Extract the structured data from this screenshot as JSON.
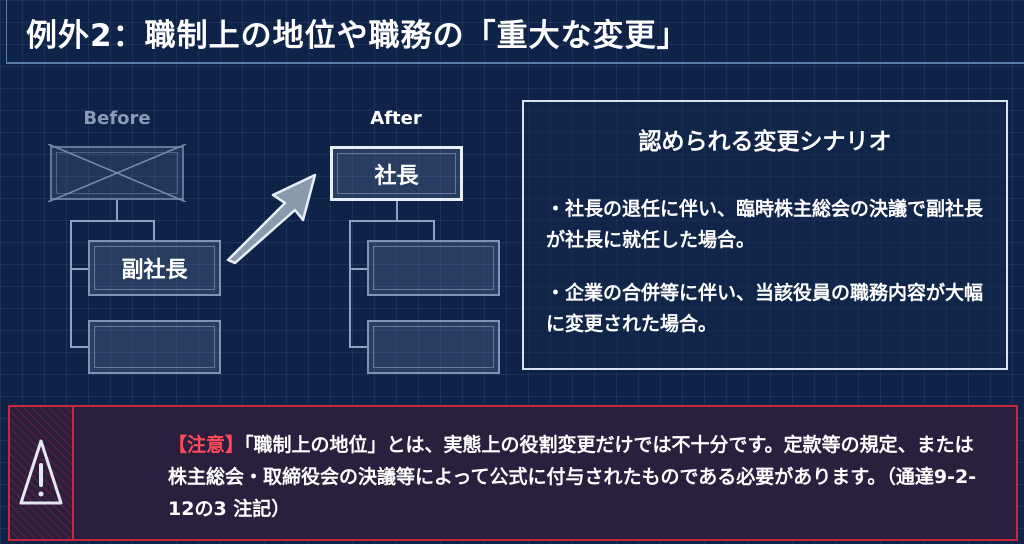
{
  "title": "例外2：職制上の地位や職務の「重大な変更」",
  "diagram": {
    "before_label": "Before",
    "after_label": "After",
    "before_mid": "副社長",
    "after_top": "社長"
  },
  "scenarios": {
    "title": "認められる変更シナリオ",
    "items": [
      "・社長の退任に伴い、臨時株主総会の決議で副社長が社長に就任した場合。",
      "・企業の合併等に伴い、当該役員の職務内容が大幅に変更された場合。"
    ]
  },
  "warning": {
    "icon": "warning-triangle-icon",
    "label": "【注意】",
    "text": "「職制上の地位」とは、実態上の役割変更だけでは不十分です。定款等の規定、または株主総会・取締役会の決議等によって公式に付与されたものである必要があります。（通達9-2-12の3 注記）"
  },
  "colors": {
    "accent_red": "#c8283e",
    "background": "#0e2347"
  }
}
